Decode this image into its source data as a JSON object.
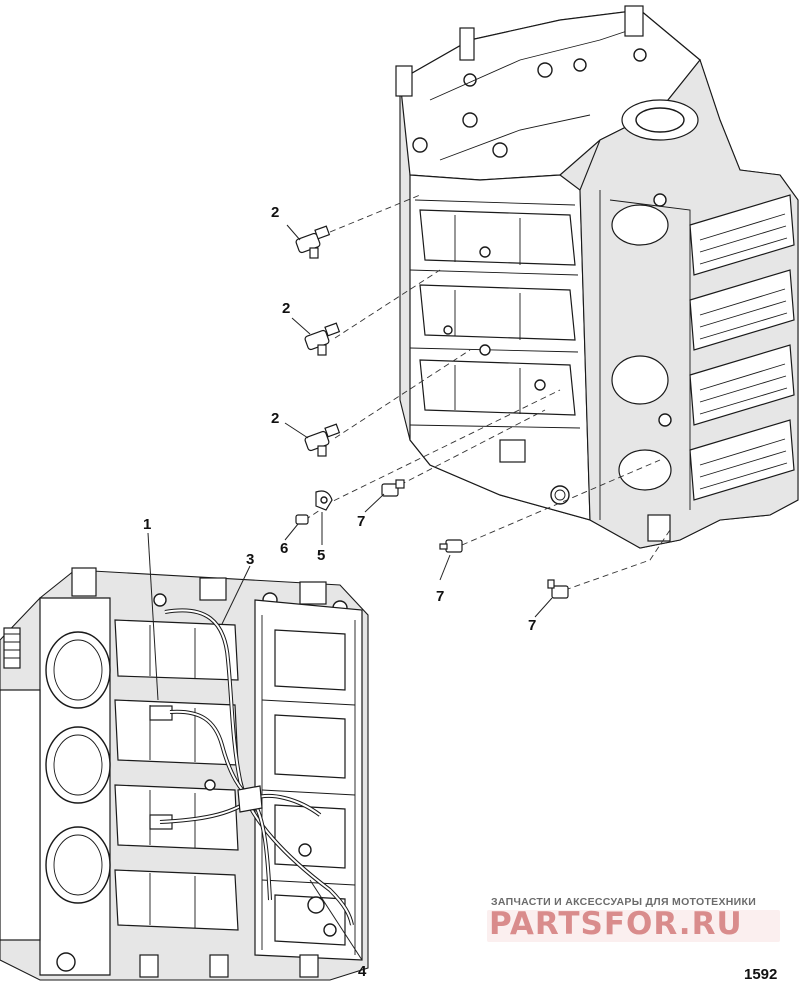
{
  "figure_number": "1592",
  "callouts": [
    {
      "label": "2",
      "part": "fitting"
    },
    {
      "label": "2",
      "part": "fitting"
    },
    {
      "label": "2",
      "part": "fitting"
    },
    {
      "label": "7",
      "part": "fitting"
    },
    {
      "label": "5",
      "part": "clamp"
    },
    {
      "label": "6",
      "part": "screw"
    },
    {
      "label": "7",
      "part": "fitting"
    },
    {
      "label": "7",
      "part": "fitting"
    },
    {
      "label": "1",
      "part": "hose"
    },
    {
      "label": "3",
      "part": "hose"
    },
    {
      "label": "4",
      "part": "screw"
    }
  ],
  "watermark": {
    "subtitle": "ЗАПЧАСТИ И АКСЕССУАРЫ ДЛЯ МОТОТЕХНИКИ",
    "brand": "PARTSFOR.RU",
    "color_dark": "#6b6b6b",
    "color_light": "#e8a0a0"
  }
}
